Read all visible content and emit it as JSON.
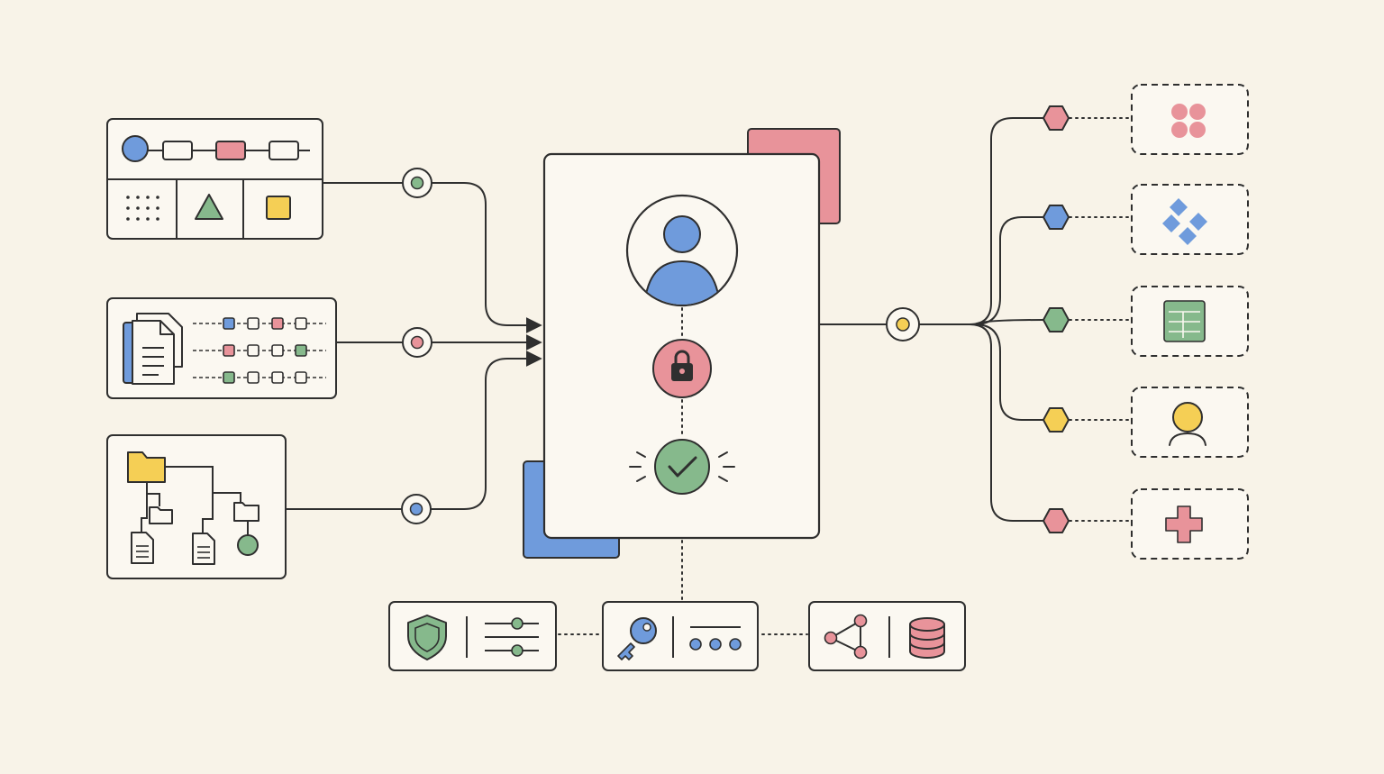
{
  "colors": {
    "background": "#f8f3e8",
    "stroke": "#2f2f2f",
    "card_fill": "#fbf8f1",
    "blue": "#6f9bdc",
    "red": "#e8939a",
    "green": "#86b98c",
    "yellow": "#f5cf55"
  },
  "diagram": {
    "center_panel": {
      "icons": [
        "user-avatar-icon",
        "padlock-icon",
        "check-circle-icon"
      ]
    },
    "sources": [
      {
        "id": "workflow",
        "icon": "workflow-board-icon",
        "connector_color": "green"
      },
      {
        "id": "documents",
        "icon": "document-mapping-icon",
        "connector_color": "red"
      },
      {
        "id": "folders",
        "icon": "folder-tree-icon",
        "connector_color": "blue"
      }
    ],
    "hub": {
      "connector_color": "yellow"
    },
    "outputs": [
      {
        "id": "apps",
        "icon": "app-grid-icon",
        "node_color": "red"
      },
      {
        "id": "components",
        "icon": "diamond-cluster-icon",
        "node_color": "blue"
      },
      {
        "id": "spreadsheet",
        "icon": "spreadsheet-icon",
        "node_color": "green"
      },
      {
        "id": "user",
        "icon": "user-icon",
        "node_color": "yellow"
      },
      {
        "id": "health",
        "icon": "medical-cross-icon",
        "node_color": "red"
      }
    ],
    "services": [
      {
        "id": "security",
        "icons": [
          "shield-icon",
          "sliders-icon"
        ]
      },
      {
        "id": "keys",
        "icons": [
          "key-icon",
          "password-dots-icon"
        ]
      },
      {
        "id": "data",
        "icons": [
          "share-network-icon",
          "database-icon"
        ]
      }
    ]
  }
}
